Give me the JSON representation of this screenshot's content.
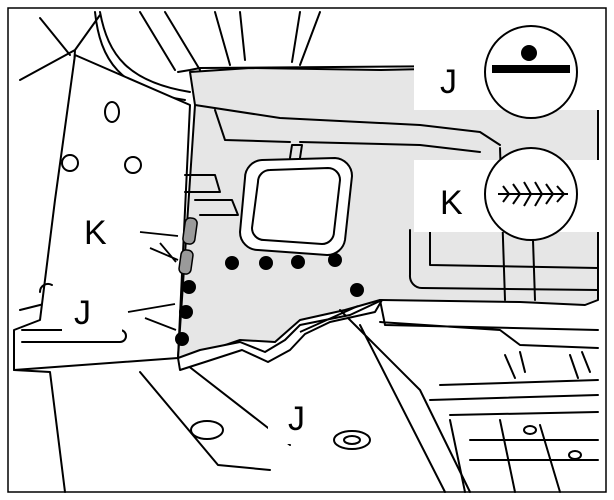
{
  "callouts": {
    "k_left": "K",
    "j_left": "J",
    "j_bottom": "J",
    "j_legend": "J",
    "k_legend": "K"
  },
  "legend": [
    {
      "letter": "J",
      "icon": "weld-spot-symbol-icon"
    },
    {
      "letter": "K",
      "icon": "weld-seam-symbol-icon"
    }
  ],
  "colors": {
    "line": "#000000",
    "panel_fill": "#e6e6e6",
    "background": "#ffffff"
  }
}
